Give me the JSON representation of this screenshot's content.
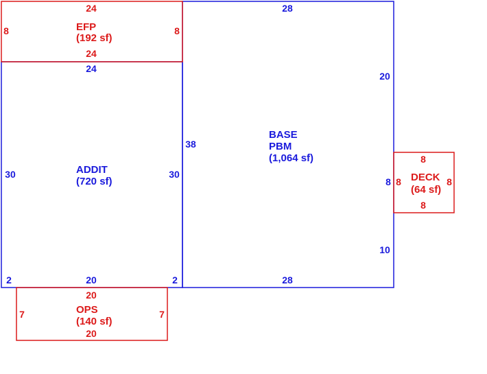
{
  "colors": {
    "building": "#1a1adc",
    "addon": "#dc1a1a"
  },
  "areas": {
    "efp": {
      "name": "EFP",
      "area": "(192 sf)",
      "dims": {
        "top": "24",
        "bottom": "24",
        "left": "8",
        "right": "8"
      }
    },
    "addit": {
      "name": "ADDIT",
      "area": "(720 sf)",
      "dims": {
        "top": "24",
        "bottom": "20",
        "left": "30",
        "right": "30",
        "bottom_left": "2",
        "bottom_right": "2"
      }
    },
    "base": {
      "name": "BASE",
      "name2": "PBM",
      "area": "(1,064 sf)",
      "dims": {
        "top": "28",
        "bottom": "28",
        "left": "38",
        "right_upper": "20",
        "right_mid": "8",
        "right_lower": "10"
      }
    },
    "deck": {
      "name": "DECK",
      "area": "(64 sf)",
      "dims": {
        "top": "8",
        "bottom": "8",
        "left": "8",
        "right": "8"
      }
    },
    "ops": {
      "name": "OPS",
      "area": "(140 sf)",
      "dims": {
        "top": "20",
        "bottom": "20",
        "left": "7",
        "right": "7"
      }
    }
  }
}
